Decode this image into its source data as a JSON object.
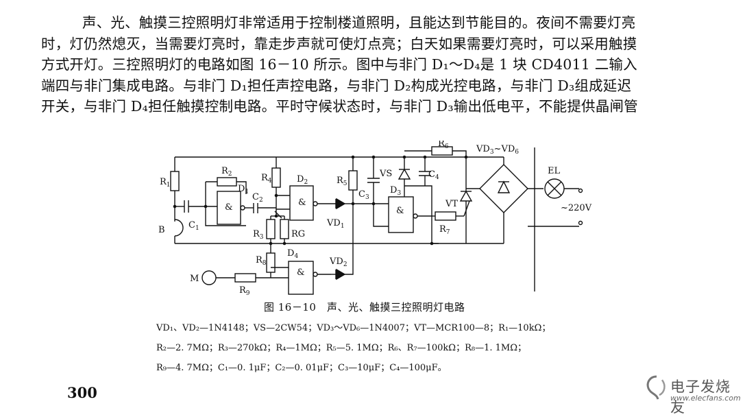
{
  "paragraph": {
    "line1": "声、光、触摸三控照明灯非常适用于控制楼道照明，且能达到节能目的。夜间不需要灯亮",
    "line2": "时，灯仍然熄灭，当需要灯亮时，靠走步声就可使灯点亮；白天如果需要灯亮时，可以采用触摸",
    "line3": "方式开灯。三控照明灯的电路如图 16－10 所示。图中与非门 D₁～D₄是 1 块 CD4011 二输入",
    "line4": "端四与非门集成电路。与非门 D₁担任声控电路，与非门 D₂构成光控电路，与非门 D₃组成延迟",
    "line5": "开关，与非门 D₄担任触摸控制电路。平时守候状态时，与非门 D₃输出低电平，不能提供晶闸管"
  },
  "circuit": {
    "R1": "R",
    "R1s": "1",
    "R2": "R",
    "R2s": "2",
    "R3": "R",
    "R3s": "3",
    "R4": "R",
    "R4s": "4",
    "R5": "R",
    "R5s": "5",
    "R6": "R",
    "R6s": "6",
    "R7": "R",
    "R7s": "7",
    "R8": "R",
    "R8s": "8",
    "R9": "R",
    "R9s": "9",
    "C1": "C",
    "C1s": "1",
    "C2": "C",
    "C2s": "2",
    "C3": "C",
    "C3s": "3",
    "C4": "C",
    "C4s": "4",
    "D1": "D",
    "D1s": "1",
    "D2": "D",
    "D2s": "2",
    "D3": "D",
    "D3s": "3",
    "D4": "D",
    "D4s": "4",
    "VD1": "VD",
    "VD1s": "1",
    "VD2": "VD",
    "VD2s": "2",
    "VD3": "VD",
    "VD3s": "3",
    "VD6s": "6",
    "VDtilde": "~VD",
    "VS": "VS",
    "VT": "VT",
    "RG": "RG",
    "EL": "EL",
    "B": "B",
    "M": "M",
    "mains": "~220V",
    "amp": "&"
  },
  "caption": "图 16－10　声、光、触摸三控照明灯电路",
  "parts": {
    "line1": "VD₁、VD₂—1N4148；VS—2CW54；VD₃～VD₆—1N4007；VT—MCR100—8；R₁—10kΩ；",
    "line2": "R₂—2. 7MΩ；R₃—270kΩ；R₄—1MΩ；R₅—5. 1MΩ；R₆、R₇—100kΩ；R₈—1. 1MΩ；",
    "line3": "R₉—4. 7MΩ；C₁—0. 1μF；C₂—0. 01μF；C₃—10μF；C₄—100μF。"
  },
  "page_number": "300",
  "watermark": {
    "name": "电子发烧友",
    "url": "www.elecfans.com"
  }
}
